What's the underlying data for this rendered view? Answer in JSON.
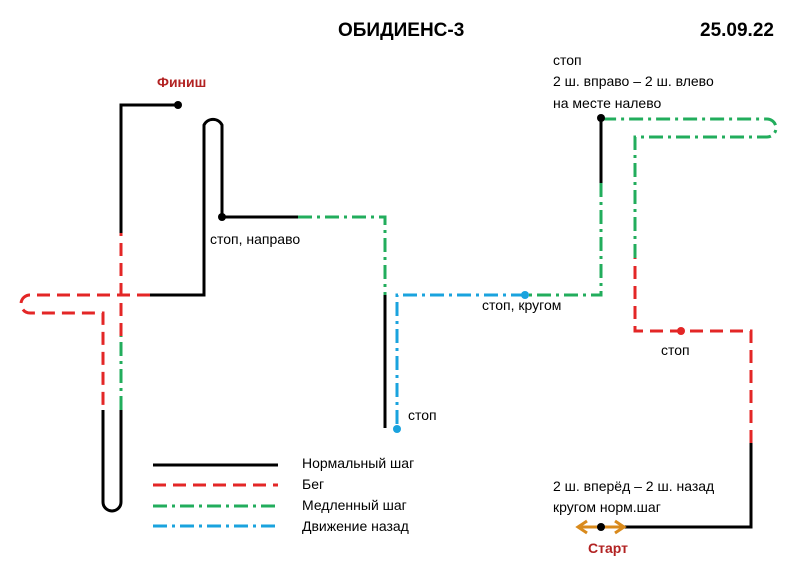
{
  "header": {
    "title": "ОБИДИЕНС-3",
    "date": "25.09.22"
  },
  "colors": {
    "normal": "#000000",
    "run": "#e32626",
    "slow": "#22ad5c",
    "back": "#1aa3de",
    "endpoint_orange": "#d98a1c",
    "label_red": "#b22222"
  },
  "labels": {
    "finish": "Финиш",
    "start": "Старт",
    "stop_right": "стоп, направо",
    "stop_turn": "стоп, кругом",
    "stop_back": "стоп",
    "stop_red": "стоп",
    "top_right_line1": "стоп",
    "top_right_line2": "2 ш. вправо – 2 ш. влево",
    "top_right_line3": "на месте налево",
    "start_note_line1": "2 ш. вперёд – 2 ш. назад",
    "start_note_line2": "кругом норм.шаг"
  },
  "legend": [
    {
      "label": "Нормальный шаг",
      "icon": "solid-line"
    },
    {
      "label": "Бег",
      "icon": "dashed-line"
    },
    {
      "label": "Медленный шаг",
      "icon": "dash-dot-line"
    },
    {
      "label": "Движение назад",
      "icon": "dash-dot-line"
    }
  ]
}
